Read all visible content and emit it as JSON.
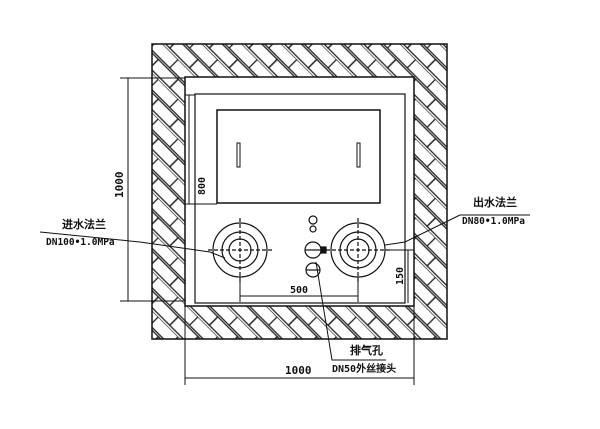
{
  "drawing": {
    "inlet_flange": {
      "name": "进水法兰",
      "spec": "DN100•1.0MPa"
    },
    "outlet_flange": {
      "name": "出水法兰",
      "spec": "DN80•1.0MPa"
    },
    "vent": {
      "name": "排气孔",
      "spec": "DN50外丝接头"
    },
    "dimensions": {
      "left_height": "1000",
      "inner_height": "800",
      "flange_spacing": "500",
      "flange_height": "150",
      "bottom_width": "1000"
    },
    "line_color": "#111111"
  }
}
